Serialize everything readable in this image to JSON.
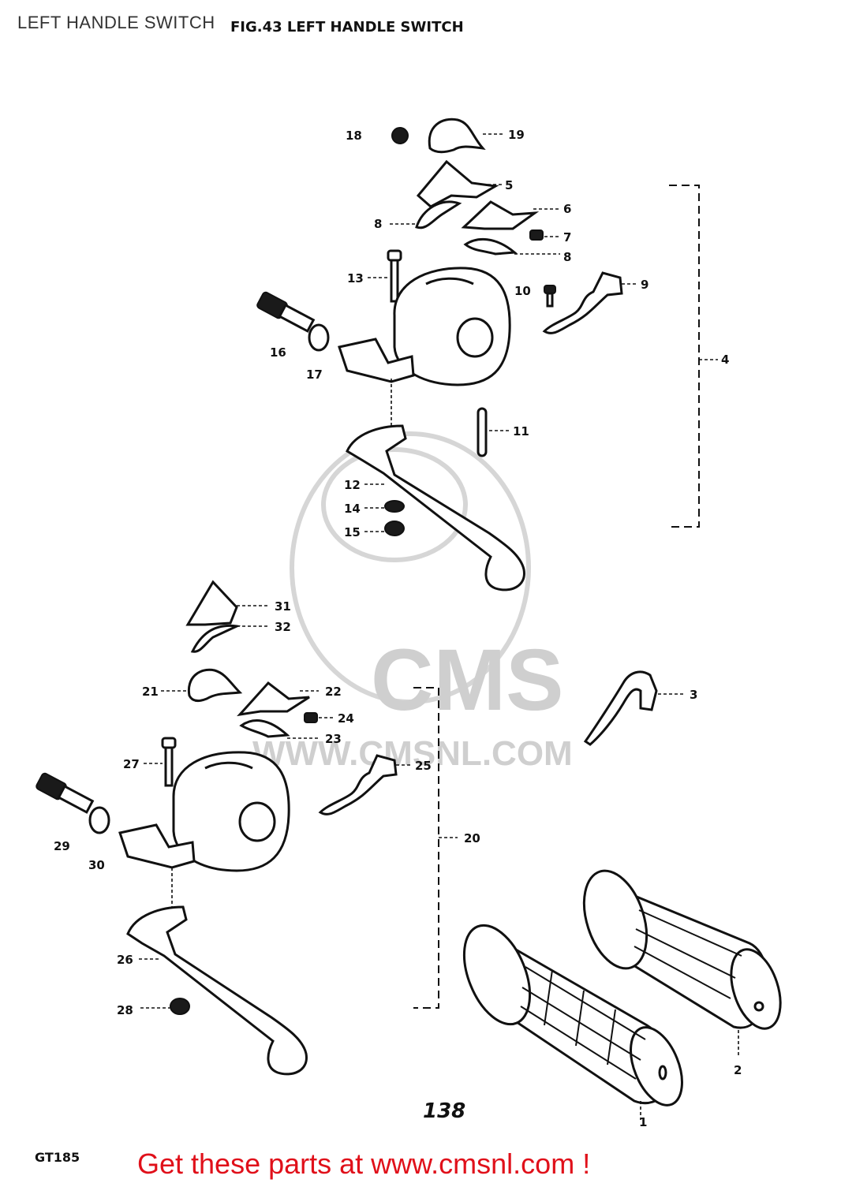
{
  "page_title": "LEFT HANDLE SWITCH",
  "figure_title": "FIG.43  LEFT HANDLE SWITCH",
  "page_number": "138",
  "model_code": "GT185",
  "call_to_action": "Get these parts at www.cmsnl.com !",
  "watermark": {
    "brand": "CMS",
    "site": "WWW.CMSNL.COM"
  },
  "part_labels": {
    "p1": "1",
    "p2": "2",
    "p3": "3",
    "p4": "4",
    "p5": "5",
    "p6": "6",
    "p7": "7",
    "p8a": "8",
    "p8b": "8",
    "p9": "9",
    "p10": "10",
    "p11": "11",
    "p12": "12",
    "p13": "13",
    "p14": "14",
    "p15": "15",
    "p16": "16",
    "p17": "17",
    "p18": "18",
    "p19": "19",
    "p20": "20",
    "p21": "21",
    "p22": "22",
    "p23": "23",
    "p24": "24",
    "p25": "25",
    "p26": "26",
    "p27": "27",
    "p28": "28",
    "p29": "29",
    "p30": "30",
    "p31": "31",
    "p32": "32"
  },
  "colors": {
    "cta": "#e0101a",
    "ink": "#111111",
    "watermark": "#d0d0d0"
  }
}
